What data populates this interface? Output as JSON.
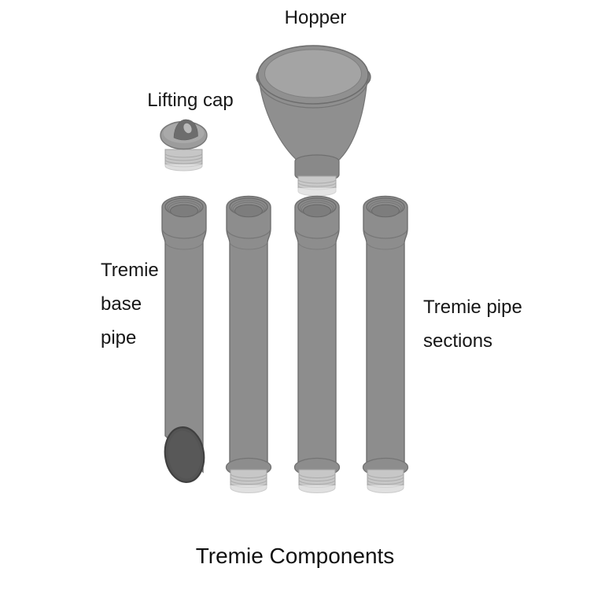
{
  "diagram": {
    "title": "Tremie Components",
    "labels": {
      "hopper": "Hopper",
      "lifting_cap": "Lifting cap",
      "base_pipe": [
        "Tremie",
        "base",
        "pipe"
      ],
      "pipe_sections": [
        "Tremie pipe",
        "sections"
      ]
    },
    "components": {
      "hopper": "conical hopper with two lifting lugs and threaded bottom connector",
      "lifting_cap": "threaded cap with lifting lug eye",
      "base_pipe": "pipe with threaded socket top and angled open bottom",
      "pipe_section_count": 3
    },
    "colors": {
      "background": "#ffffff",
      "text": "#161616",
      "body_gray": "#8d8d8d",
      "outline_gray": "#6f6f6f",
      "thread_light_gray": "#c7c7c7",
      "inner_surface_gray": "#a4a4a4",
      "opening_dark_gray": "#545454",
      "lug_dark_gray": "#6d6d6d"
    }
  }
}
